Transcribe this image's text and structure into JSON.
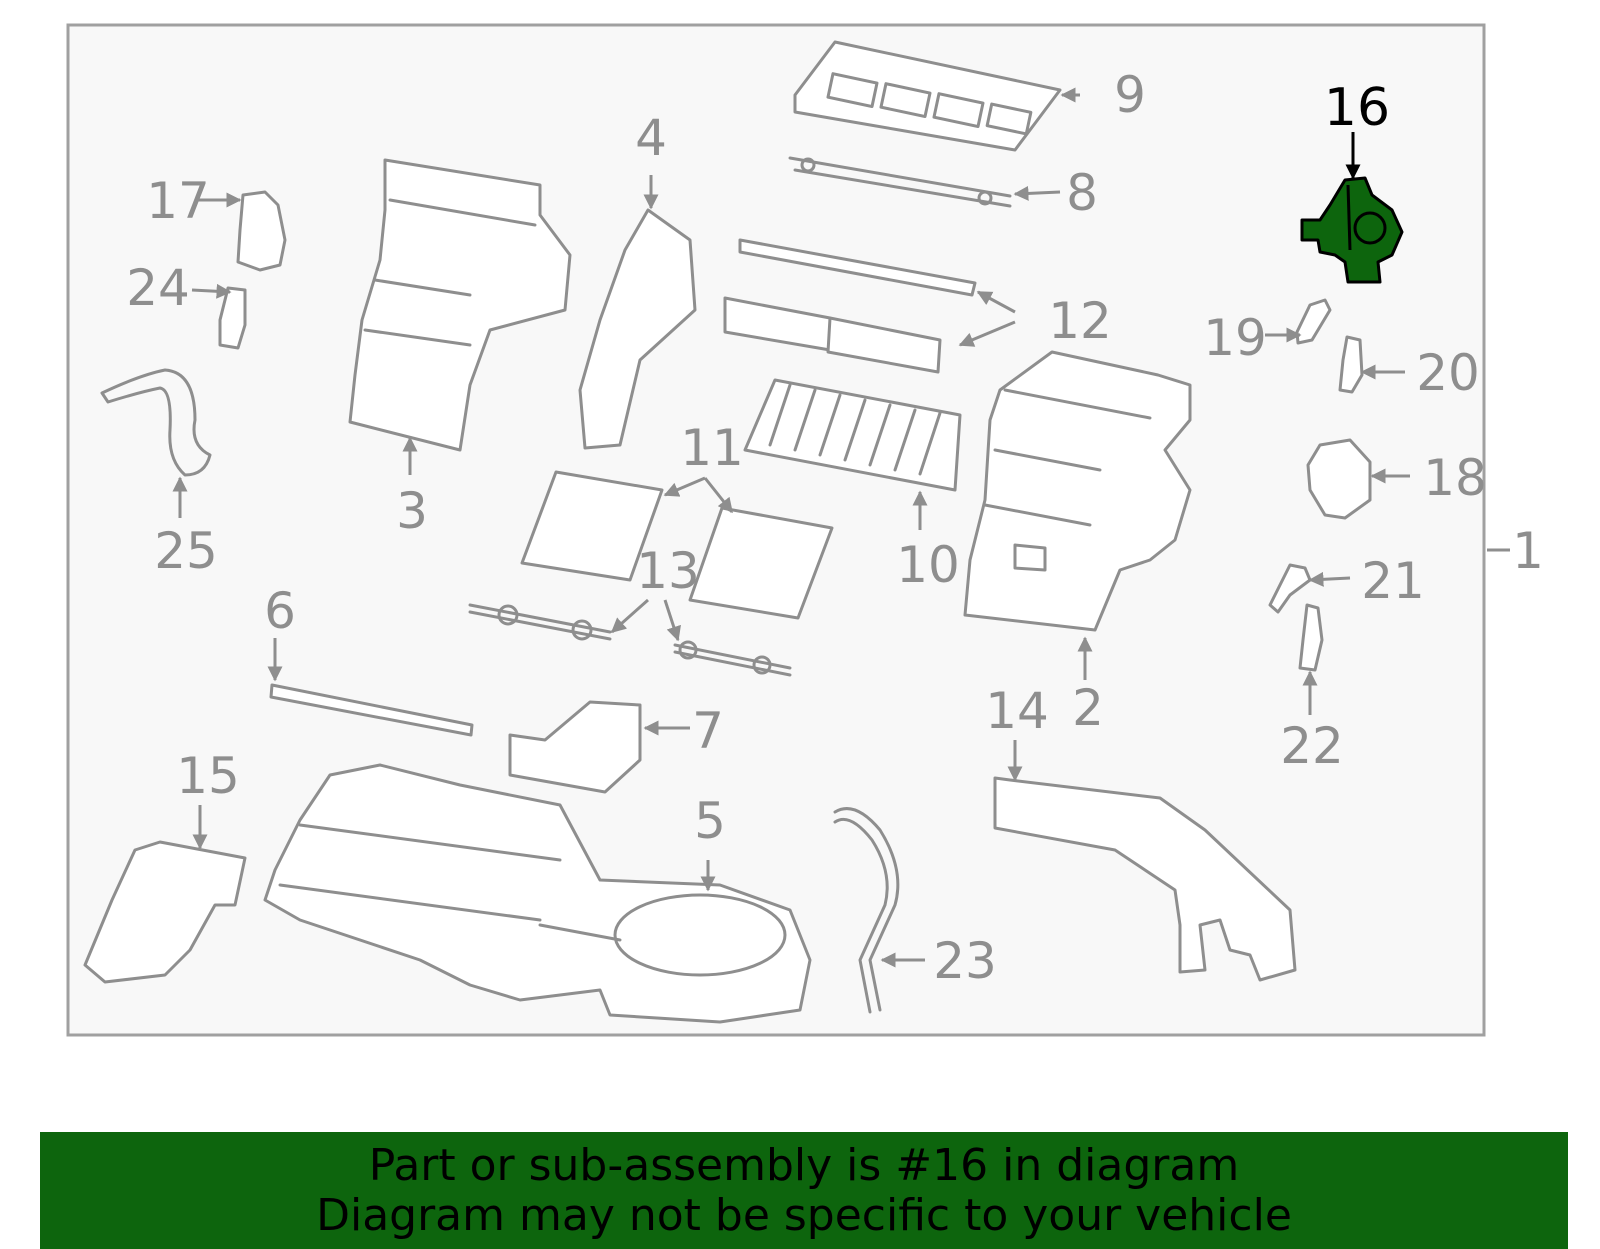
{
  "diagram": {
    "highlighted_part": "16",
    "highlight_color": "#0d650d",
    "line_color": "#8e8e8e",
    "callouts": [
      "1",
      "2",
      "3",
      "4",
      "5",
      "6",
      "7",
      "8",
      "9",
      "10",
      "11",
      "12",
      "13",
      "14",
      "15",
      "16",
      "17",
      "18",
      "19",
      "20",
      "21",
      "22",
      "23",
      "24",
      "25"
    ]
  },
  "banner": {
    "line1": "Part or sub-assembly is #16 in diagram",
    "line2": "Diagram may not be specific to your vehicle",
    "background": "#0d650d"
  }
}
